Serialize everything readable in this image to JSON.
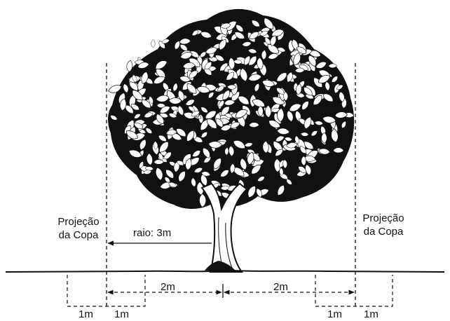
{
  "left_projection": {
    "line1": "Projeção",
    "line2": "da Copa"
  },
  "right_projection": {
    "line1": "Projeção",
    "line2": "da Copa"
  },
  "radius_label": "raio: 3m",
  "distances": {
    "left_half": "2m",
    "right_half": "2m",
    "left_outer": "1m",
    "left_inner": "1m",
    "right_inner": "1m",
    "right_outer": "1m"
  },
  "colors": {
    "ink": "#111111",
    "background": "#ffffff"
  }
}
